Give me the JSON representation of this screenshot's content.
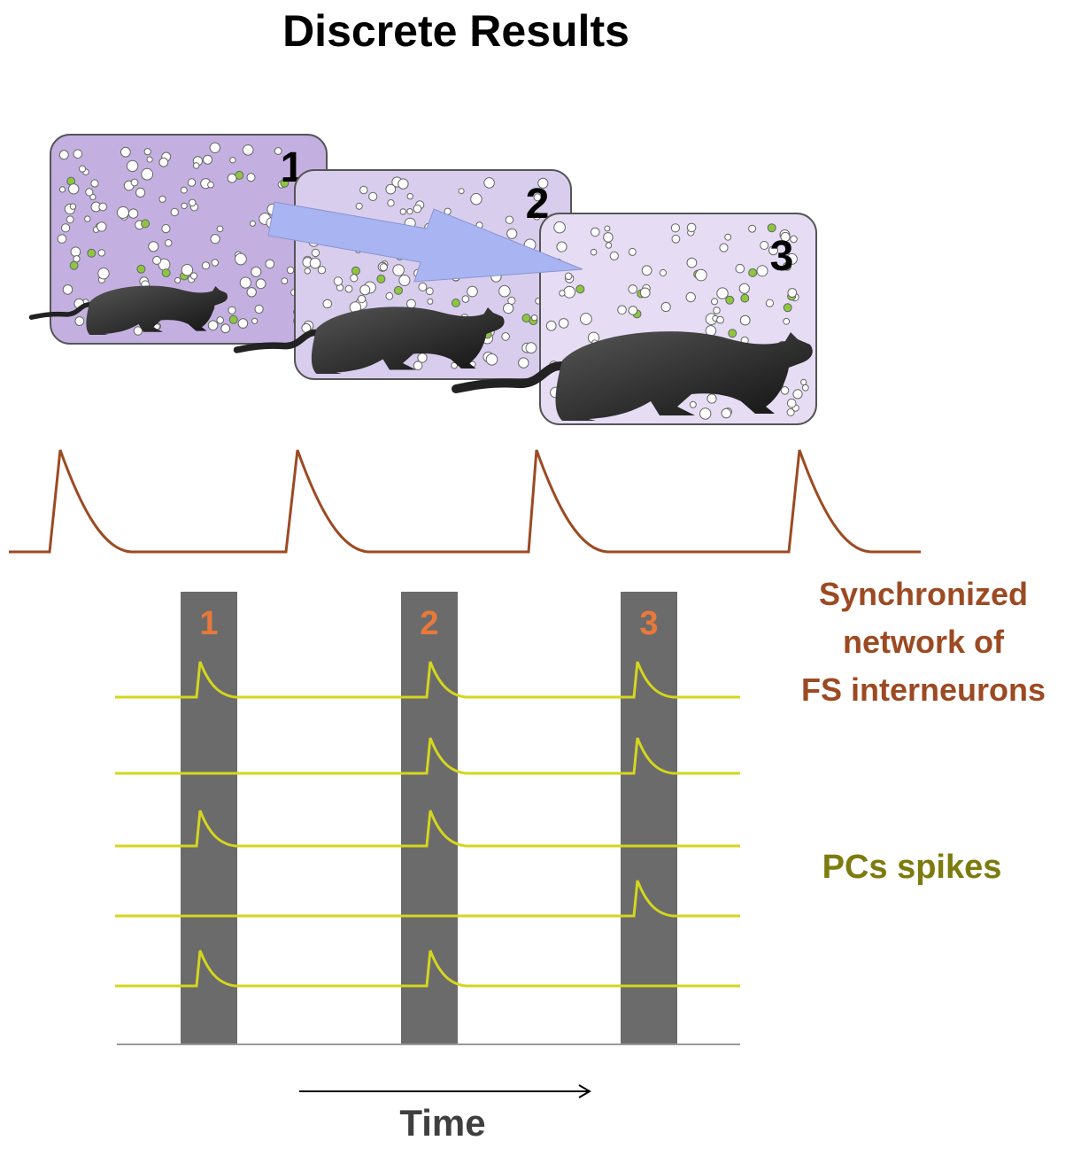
{
  "title": "Discrete Results",
  "frames": [
    {
      "number": "1",
      "cat_scale": 0.55
    },
    {
      "number": "2",
      "cat_scale": 0.75
    },
    {
      "number": "3",
      "cat_scale": 1.0
    }
  ],
  "windows": [
    {
      "label": "1"
    },
    {
      "label": "2"
    },
    {
      "label": "3"
    }
  ],
  "fs_label_lines": [
    "Synchronized",
    "network of",
    "FS interneurons"
  ],
  "pc_label": "PCs spikes",
  "time_label": "Time",
  "colors": {
    "fs_trace": "#9c4a22",
    "pc_trace": "#d4d61e",
    "window": "#6b6b6b",
    "window_label": "#e8793a",
    "frame_fill_1": "#c4b0e0",
    "frame_fill_2": "#d9cdee",
    "frame_fill_3": "#e6dcf4",
    "arrow": "#a9b4f2",
    "cat": "#222222",
    "dot_green": "#8cc63f",
    "dot_white": "#ffffff"
  },
  "pc_spikes": [
    [
      true,
      true,
      true
    ],
    [
      false,
      true,
      true
    ],
    [
      true,
      true,
      false
    ],
    [
      false,
      false,
      true
    ],
    [
      true,
      true,
      false
    ]
  ]
}
